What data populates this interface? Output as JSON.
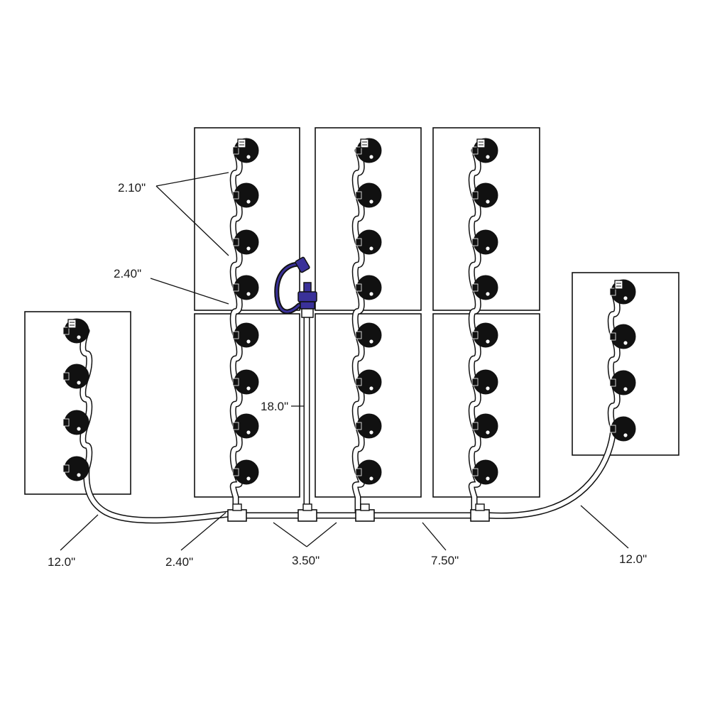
{
  "colors": {
    "outline": "#111111",
    "tube_fill": "#ffffff",
    "cap": "#111111",
    "plug_valve": "#3a3199",
    "background": "#ffffff"
  },
  "labels": {
    "left_jumper": "2.10\"",
    "left_lower": "2.40\"",
    "center_drop": "18.0\"",
    "left_end_run": "12.0\"",
    "left_tee_run": "2.40\"",
    "mid_run": "3.50\"",
    "right_mid_run": "7.50\"",
    "right_end_run": "12.0\""
  },
  "components": {
    "batteries": 8,
    "cells_per_tall_column": 8,
    "cells_per_short_column": 4,
    "tees": 4,
    "fill_valve": "fill-valve-icon",
    "cap_icon": "watering-cap-icon"
  }
}
